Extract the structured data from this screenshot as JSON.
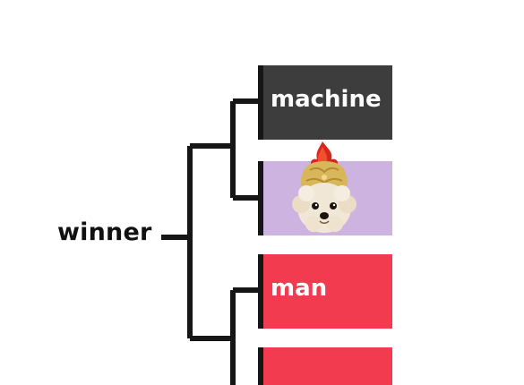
{
  "bracket": {
    "winner_label": "winner",
    "entries": [
      {
        "label": "machine",
        "color": "#3d3d3d"
      },
      {
        "label": "",
        "color": "#cdb3e0",
        "image": "dog-in-crown"
      },
      {
        "label": "man",
        "color": "#f23b4e"
      },
      {
        "label": "",
        "color": "#f23b4e"
      }
    ],
    "line_color": "#161616"
  }
}
